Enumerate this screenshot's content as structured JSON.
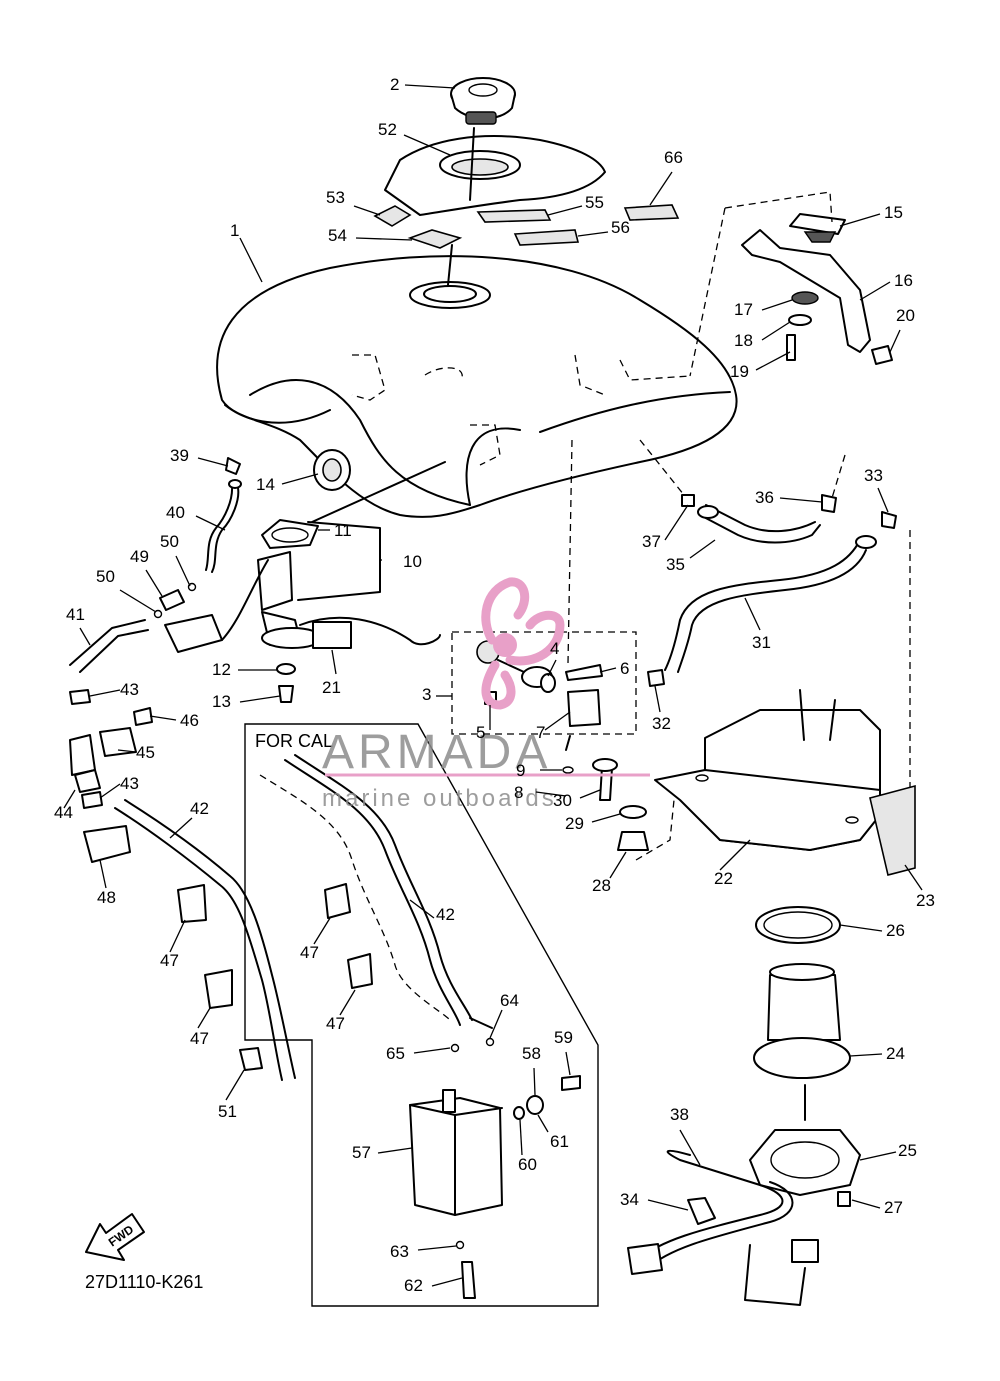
{
  "diagram_code": "27D1110-K261",
  "fwd_label": "FWD",
  "for_cal_label": "FOR CAL",
  "watermark": {
    "brand": "ARMADA",
    "tagline": "marine outboards",
    "accent_color": "#e8a0c8",
    "text_color": "#8c8c8c"
  },
  "callouts": [
    "1",
    "2",
    "3",
    "4",
    "5",
    "6",
    "7",
    "8",
    "9",
    "10",
    "11",
    "12",
    "13",
    "14",
    "15",
    "16",
    "17",
    "18",
    "19",
    "20",
    "21",
    "22",
    "23",
    "24",
    "25",
    "26",
    "27",
    "28",
    "29",
    "30",
    "31",
    "32",
    "33",
    "34",
    "35",
    "36",
    "37",
    "38",
    "39",
    "40",
    "41",
    "42",
    "42",
    "43",
    "43",
    "44",
    "45",
    "46",
    "47",
    "47",
    "47",
    "47",
    "48",
    "49",
    "50",
    "50",
    "51",
    "52",
    "53",
    "54",
    "55",
    "56",
    "57",
    "58",
    "59",
    "60",
    "61",
    "62",
    "63",
    "64",
    "65",
    "66"
  ]
}
